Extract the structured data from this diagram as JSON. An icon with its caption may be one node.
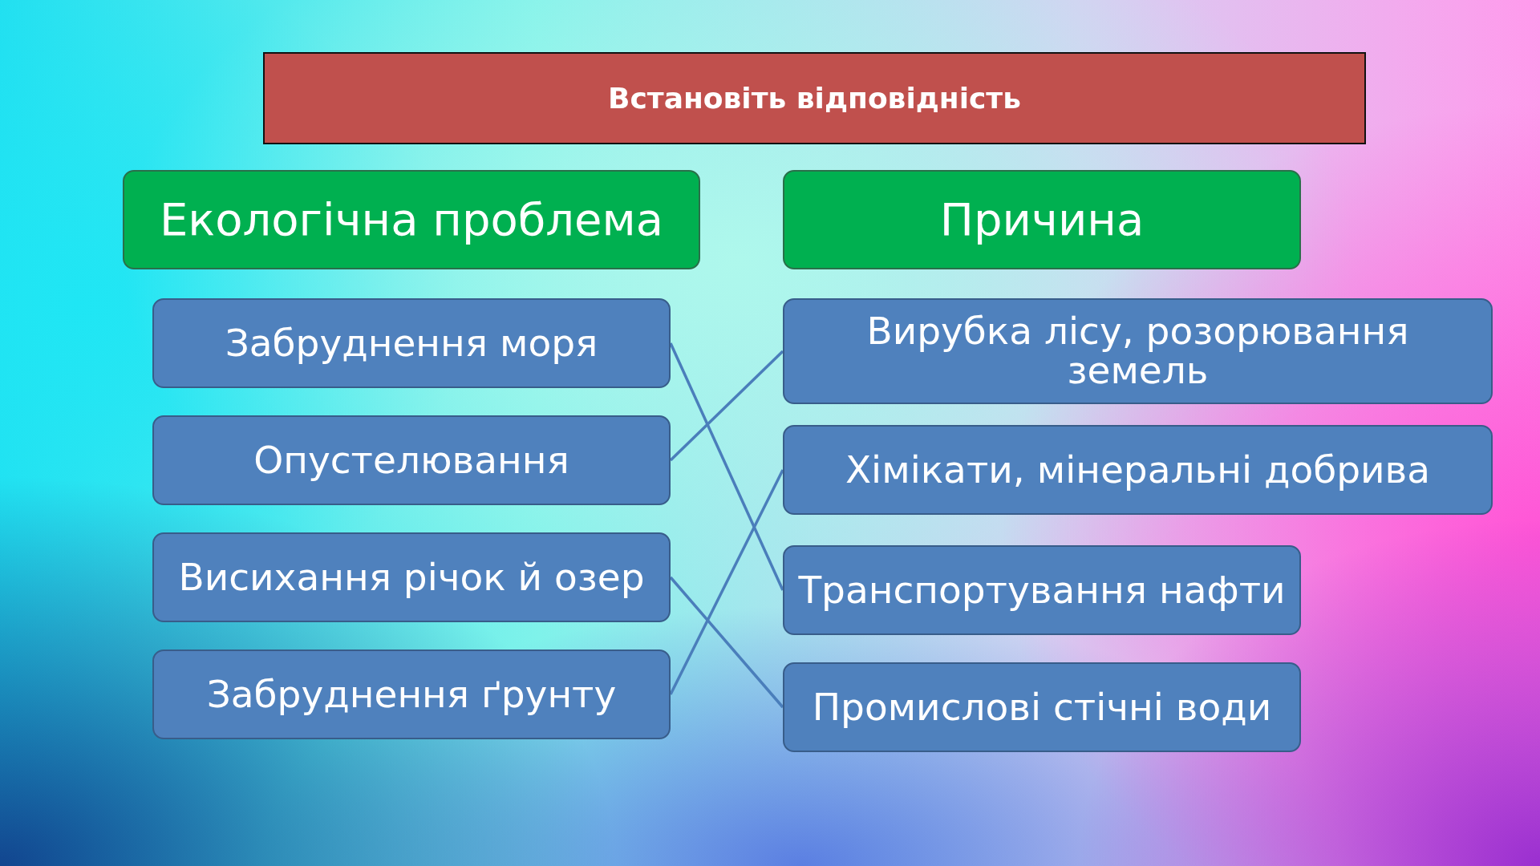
{
  "diagram": {
    "title": "Встановіть відповідність",
    "nodes": [
      {
        "text": [
          "Екологічна проблема"
        ]
      },
      {
        "text": [
          "Причина"
        ]
      },
      {
        "text": [
          "Забруднення моря"
        ]
      },
      {
        "text": [
          "Опустелювання"
        ]
      },
      {
        "text": [
          "Висихання річок й озер"
        ]
      },
      {
        "text": [
          "Забруднення ґрунту"
        ]
      },
      {
        "text": [
          "Вирубка лісу, розорювання земель"
        ]
      },
      {
        "text": [
          "Хімікати, мінеральні добрива"
        ]
      },
      {
        "text": [
          "Транспортування нафти"
        ]
      },
      {
        "text": [
          "Промислові стічні води"
        ]
      }
    ],
    "edges": [
      {
        "from": 2,
        "to": 8,
        "arrow": "none"
      },
      {
        "from": 3,
        "to": 6,
        "arrow": "none"
      },
      {
        "from": 4,
        "to": 9,
        "arrow": "none"
      },
      {
        "from": 5,
        "to": 7,
        "arrow": "none"
      }
    ]
  }
}
